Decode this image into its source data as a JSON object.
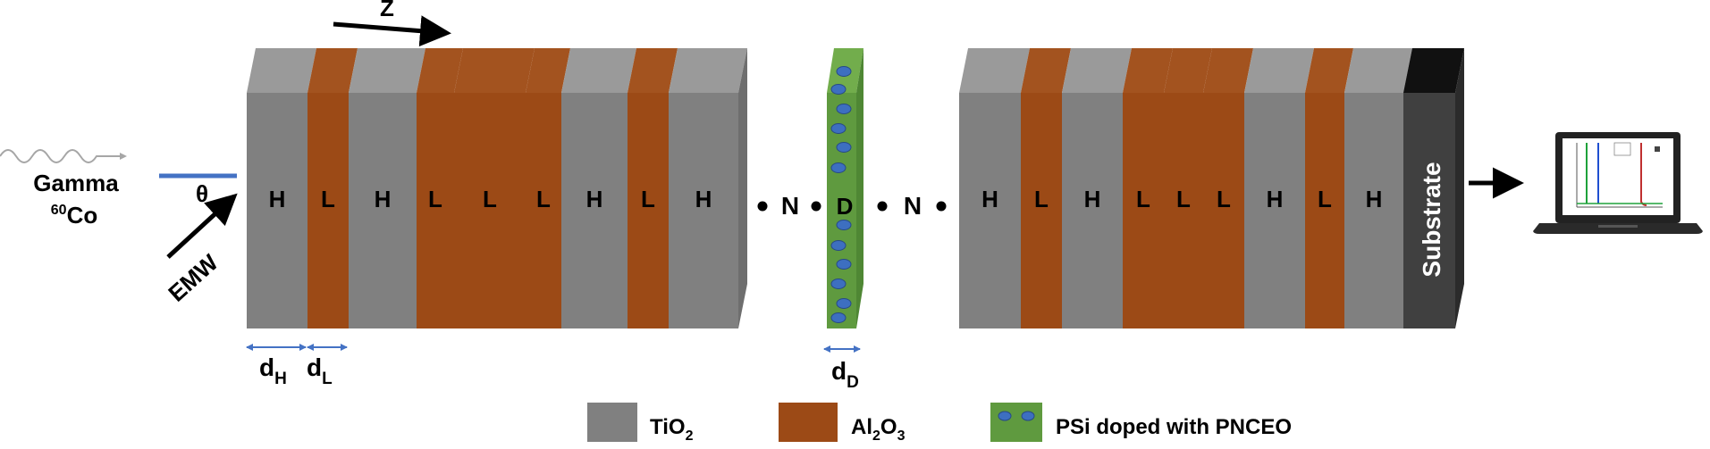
{
  "colors": {
    "tio2": "#808080",
    "tio2_top": "#9a9a9a",
    "tio2_side": "#6e6e6e",
    "al2o3": "#9c4a16",
    "al2o3_top": "#a3531f",
    "psi": "#5f9a3f",
    "psi_top": "#72ad4c",
    "dot": "#3d6fc0",
    "substrate": "#404040",
    "substrate_top": "#111111",
    "arrow": "#000000",
    "blue_line": "#4472c4",
    "wave": "#a6a6a6"
  },
  "source": {
    "label": "Gamma",
    "isotope_mass": "60",
    "isotope_symbol": "Co",
    "wave_icon": "wavy-arrow-icon"
  },
  "incidence": {
    "angle_label": "θ",
    "wave_label": "EMW"
  },
  "propagation": {
    "label": "Z"
  },
  "stack_left": [
    "H",
    "L",
    "H",
    "L",
    "L",
    "L",
    "H",
    "L",
    "H"
  ],
  "period_label_left": "N",
  "defect_label": "D",
  "period_label_right": "N",
  "stack_right": [
    "H",
    "L",
    "H",
    "L",
    "L",
    "L",
    "H",
    "L",
    "H"
  ],
  "substrate_label": "Substrate",
  "thickness_labels": {
    "h": {
      "main": "d",
      "sub": "H"
    },
    "l": {
      "main": "d",
      "sub": "L"
    },
    "d": {
      "main": "d",
      "sub": "D"
    }
  },
  "legend": [
    {
      "name": "TiO2",
      "parts": [
        "TiO",
        "2",
        ""
      ]
    },
    {
      "name": "Al2O3",
      "parts": [
        "Al",
        "2",
        "O",
        "3"
      ]
    },
    {
      "name": "PSi doped with PNCEO",
      "parts": [
        "PSi doped with PNCEO"
      ]
    }
  ],
  "detector": {
    "icon": "laptop-spectrum-icon"
  }
}
